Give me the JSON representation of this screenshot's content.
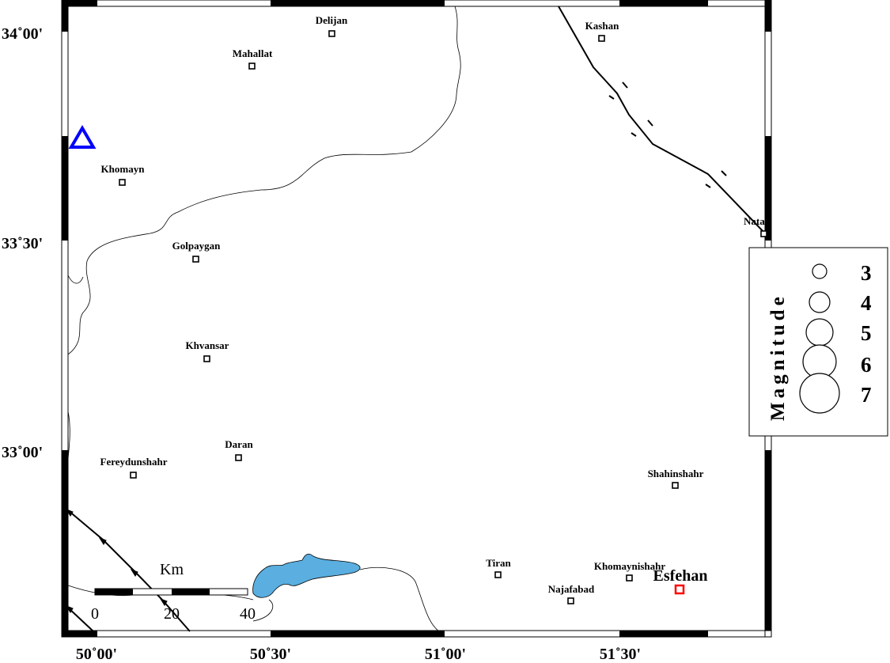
{
  "map": {
    "latitude_labels": [
      "34˚00'",
      "33˚30'",
      "33˚00'"
    ],
    "longitude_labels": [
      "50˚00'",
      "50˚30'",
      "51˚00'",
      "51˚30'"
    ],
    "cities": [
      {
        "name": "Delijan"
      },
      {
        "name": "Kashan"
      },
      {
        "name": "Mahallat"
      },
      {
        "name": "Khomayn"
      },
      {
        "name": "Golpaygan"
      },
      {
        "name": "Nata"
      },
      {
        "name": "Khvansar"
      },
      {
        "name": "Daran"
      },
      {
        "name": "Fereydunshahr"
      },
      {
        "name": "Shahinshahr"
      },
      {
        "name": "Tiran"
      },
      {
        "name": "Khomaynishahr"
      },
      {
        "name": "Najafabad"
      }
    ],
    "main_city": {
      "name": "Esfehan",
      "color": "#ff0000"
    },
    "station_marker": {
      "icon": "triangle-icon",
      "color": "#0000ff"
    },
    "lake_color": "#5aaee0"
  },
  "legend": {
    "title": "Magnitude",
    "items": [
      "3",
      "4",
      "5",
      "6",
      "7"
    ]
  },
  "scale_bar": {
    "unit": "Km",
    "ticks": [
      "0",
      "20",
      "40"
    ]
  }
}
